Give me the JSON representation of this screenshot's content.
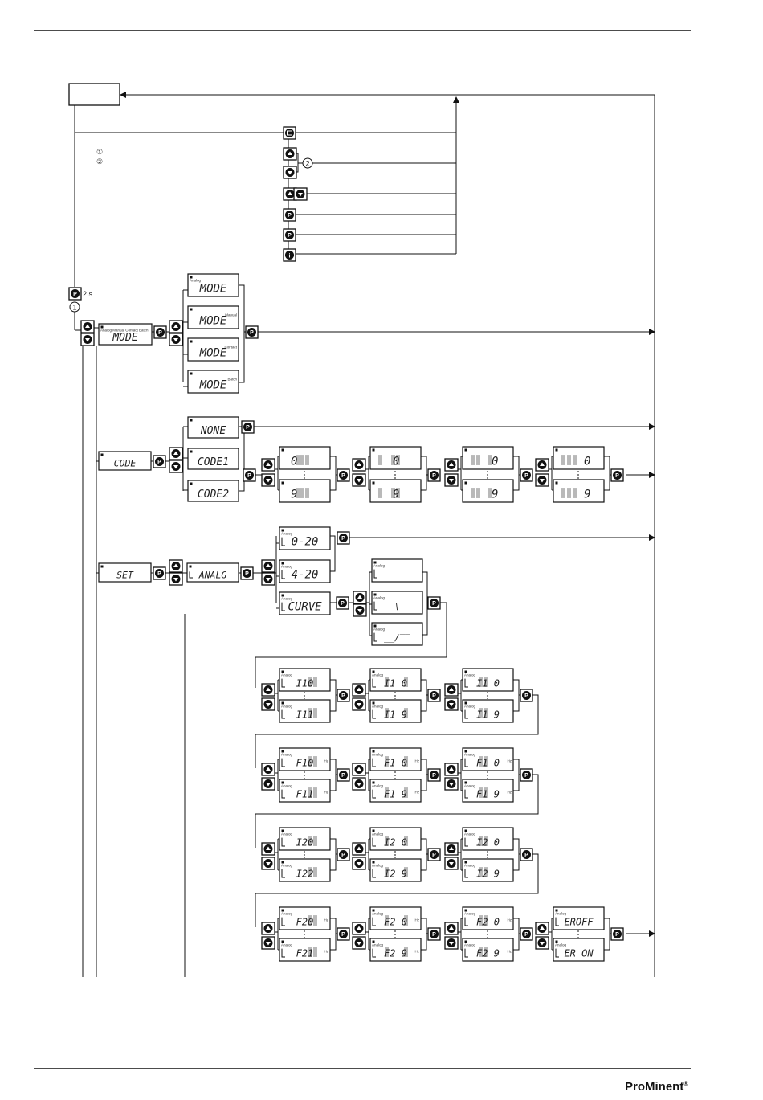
{
  "notes": {
    "marker_1": "①",
    "marker_2": "②",
    "hold_2s": "2 s"
  },
  "brand": {
    "name": "ProMinent",
    "mark": "®"
  },
  "lcd_labels": {
    "analog": "Analog",
    "manual": "Manual",
    "contact": "Contact",
    "batch": "Batch",
    "mode_header": "Analog Manual Contact Batch",
    "hz": "Hz"
  },
  "buttons": {
    "p": "P",
    "info": "i"
  },
  "menu": {
    "mode": {
      "main": "MODE",
      "options": [
        "MODE",
        "MODE",
        "MODE",
        "MODE"
      ]
    },
    "code": {
      "main": "CODE",
      "options": [
        "NONE",
        "CODE1",
        "CODE2"
      ],
      "digit_pairs": [
        [
          "0",
          "9"
        ],
        [
          "0",
          "9"
        ],
        [
          "0",
          "9"
        ],
        [
          "0",
          "9"
        ]
      ]
    },
    "set": {
      "main": "SET",
      "analog": "ANALG",
      "ranges": [
        "0-20",
        "4-20",
        "CURVE"
      ],
      "curves": [
        "-----",
        "‾-\\__",
        "__/‾‾"
      ]
    },
    "curve_rows": [
      [
        [
          "I10",
          "I11"
        ],
        [
          "I1 0",
          "I1 9"
        ],
        [
          "I1 0",
          "I1 9"
        ]
      ],
      [
        [
          "F10",
          "F11"
        ],
        [
          "F1 0",
          "F1 9"
        ],
        [
          "F1 0",
          "F1 9"
        ]
      ],
      [
        [
          "I20",
          "I22"
        ],
        [
          "I2 0",
          "I2 9"
        ],
        [
          "I2 0",
          "I2 9"
        ]
      ],
      [
        [
          "F20",
          "F21"
        ],
        [
          "F2 0",
          "F2 9"
        ],
        [
          "F2 0",
          "F2 9"
        ],
        [
          "EROFF",
          "ER ON"
        ]
      ]
    ]
  }
}
